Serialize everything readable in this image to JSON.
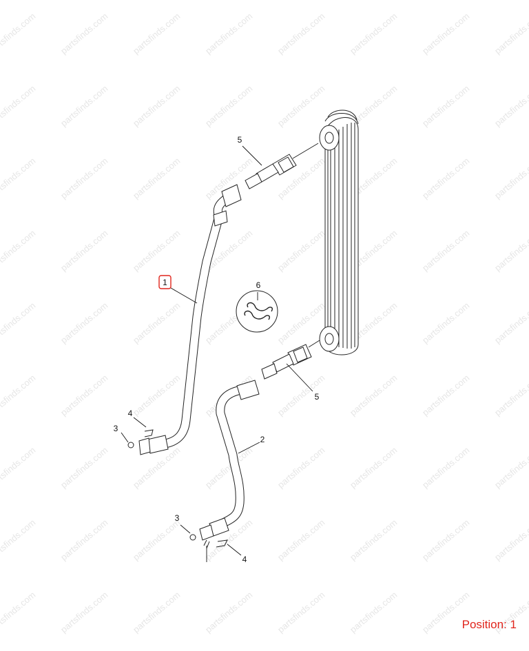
{
  "watermark_text": "partsfinds.com",
  "position_label": "Position: 1",
  "callouts": [
    {
      "id": "c1",
      "text": "1",
      "highlighted": true
    },
    {
      "id": "c2",
      "text": "2",
      "highlighted": false
    },
    {
      "id": "c3a",
      "text": "3",
      "highlighted": false
    },
    {
      "id": "c3b",
      "text": "3",
      "highlighted": false
    },
    {
      "id": "c4a",
      "text": "4",
      "highlighted": false
    },
    {
      "id": "c4b",
      "text": "4",
      "highlighted": false
    },
    {
      "id": "c5a",
      "text": "5",
      "highlighted": false
    },
    {
      "id": "c5b",
      "text": "5",
      "highlighted": false
    },
    {
      "id": "c6",
      "text": "6",
      "highlighted": false
    }
  ],
  "colors": {
    "highlight": "#e0241b",
    "line": "#111111",
    "watermark": "#e6e6e6"
  }
}
